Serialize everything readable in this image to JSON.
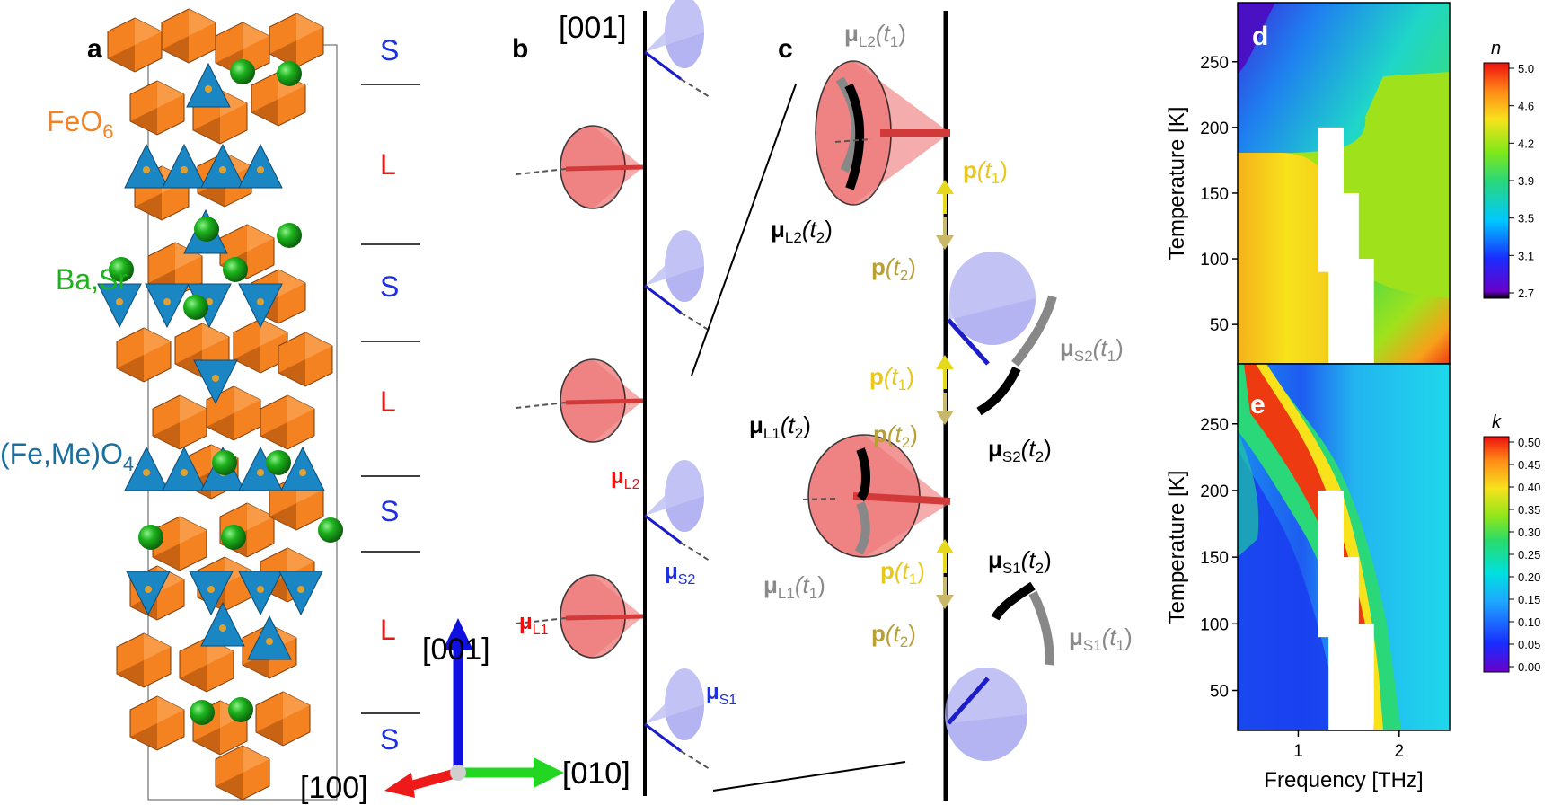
{
  "panels": {
    "a": "a",
    "b": "b",
    "c": "c",
    "d": "d",
    "e": "e"
  },
  "panel_a": {
    "feo6": "FeO",
    "feo6_sub": "6",
    "basr": "Ba,Sr",
    "femeo4": "(Fe,Me)O",
    "femeo4_sub": "4",
    "layers": [
      "S",
      "L",
      "S",
      "L",
      "S",
      "L",
      "S"
    ],
    "axes": {
      "c": "[001]",
      "a": "[100]",
      "b": "[010]"
    },
    "colors": {
      "feo6": "#f58220",
      "basr": "#1db31d",
      "femeo4": "#1a6f9e",
      "S": "#1c30e0",
      "L": "#e31a1a"
    }
  },
  "panel_b": {
    "axis_top": "[001]",
    "axis_bottom": "[010]",
    "labels": {
      "muL2": "μ",
      "muL2_sub": "L2",
      "muL1": "μ",
      "muL1_sub": "L1",
      "muS2": "μ",
      "muS2_sub": "S2",
      "muS1": "μ",
      "muS1_sub": "S1"
    }
  },
  "panel_c": {
    "muL2_t1": {
      "mu": "μ",
      "sub": "L2",
      "arg": "(t",
      "argsub": "1",
      "close": ")"
    },
    "muL2_t2": {
      "mu": "μ",
      "sub": "L2",
      "arg": "(t",
      "argsub": "2",
      "close": ")"
    },
    "p_t1_a": {
      "p": "p",
      "arg": "(t",
      "argsub": "1",
      "close": ")"
    },
    "p_t2_a": {
      "p": "p",
      "arg": "(t",
      "argsub": "2",
      "close": ")"
    },
    "muS2_t1": {
      "mu": "μ",
      "sub": "S2",
      "arg": "(t",
      "argsub": "1",
      "close": ")"
    },
    "p_t1_b": {
      "p": "p",
      "arg": "(t",
      "argsub": "1",
      "close": ")"
    },
    "p_t2_b": {
      "p": "p",
      "arg": "(t",
      "argsub": "2",
      "close": ")"
    },
    "muL1_t2": {
      "mu": "μ",
      "sub": "L1",
      "arg": "(t",
      "argsub": "2",
      "close": ")"
    },
    "muS2_t2": {
      "mu": "μ",
      "sub": "S2",
      "arg": "(t",
      "argsub": "2",
      "close": ")"
    },
    "muL1_t1": {
      "mu": "μ",
      "sub": "L1",
      "arg": "(t",
      "argsub": "1",
      "close": ")"
    },
    "p_t1_c": {
      "p": "p",
      "arg": "(t",
      "argsub": "1",
      "close": ")"
    },
    "muS1_t2": {
      "mu": "μ",
      "sub": "S1",
      "arg": "(t",
      "argsub": "2",
      "close": ")"
    },
    "p_t2_c": {
      "p": "p",
      "arg": "(t",
      "argsub": "2",
      "close": ")"
    },
    "muS1_t1": {
      "mu": "μ",
      "sub": "S1",
      "arg": "(t",
      "argsub": "1",
      "close": ")"
    }
  },
  "colorbar_n": {
    "title": "n",
    "ticks": [
      "5.0",
      "4.6",
      "4.2",
      "3.9",
      "3.5",
      "3.1",
      "2.7"
    ]
  },
  "colorbar_k": {
    "title": "k",
    "ticks": [
      "0.50",
      "0.45",
      "0.40",
      "0.35",
      "0.30",
      "0.25",
      "0.20",
      "0.15",
      "0.10",
      "0.05",
      "0.00"
    ]
  },
  "chart_data": [
    {
      "type": "heatmap",
      "panel": "d",
      "xlabel": "",
      "ylabel": "Temperature [K]",
      "yticks": [
        50,
        100,
        150,
        200,
        250
      ],
      "ylim": [
        20,
        295
      ],
      "xlim": [
        0.4,
        2.5
      ],
      "value_range": [
        2.7,
        5.0
      ],
      "colorbar_title": "n",
      "masked_region_thz": [
        [
          1.2,
          1.45,
          90,
          200
        ],
        [
          1.45,
          1.6,
          40,
          150
        ],
        [
          1.3,
          1.75,
          20,
          100
        ]
      ]
    },
    {
      "type": "heatmap",
      "panel": "e",
      "xlabel": "Frequency [THz]",
      "ylabel": "Temperature [K]",
      "xticks": [
        1,
        2
      ],
      "yticks": [
        50,
        100,
        150,
        200,
        250
      ],
      "ylim": [
        20,
        295
      ],
      "xlim": [
        0.4,
        2.5
      ],
      "value_range": [
        0.0,
        0.5
      ],
      "colorbar_title": "k",
      "masked_region_thz": [
        [
          1.2,
          1.45,
          90,
          200
        ],
        [
          1.45,
          1.6,
          40,
          150
        ],
        [
          1.3,
          1.75,
          20,
          100
        ]
      ]
    }
  ]
}
